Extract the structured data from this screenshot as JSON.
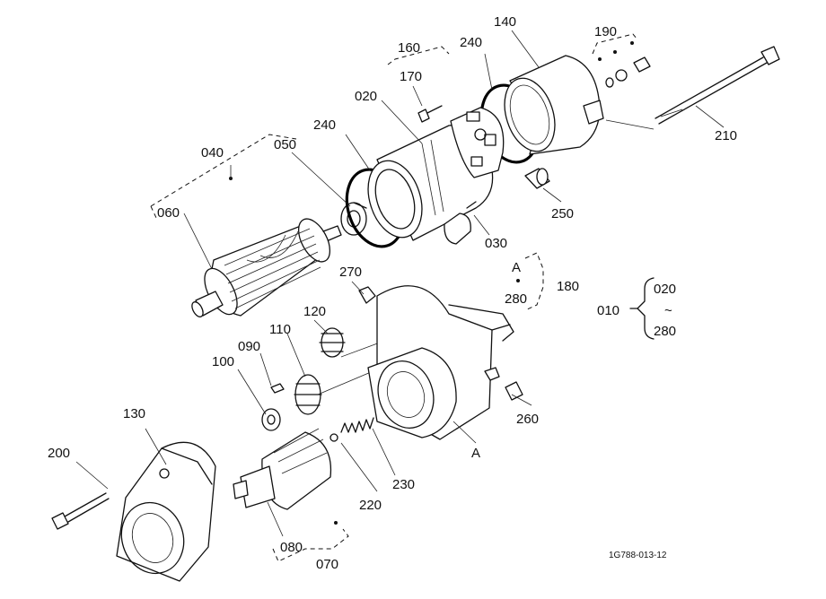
{
  "labels": {
    "p010": "010",
    "p020": "020",
    "p030": "030",
    "p040": "040",
    "p050": "050",
    "p060": "060",
    "p070": "070",
    "p080": "080",
    "p090": "090",
    "p100": "100",
    "p110": "110",
    "p120": "120",
    "p130": "130",
    "p140": "140",
    "p160": "160",
    "p170": "170",
    "p180": "180",
    "p190": "190",
    "p200": "200",
    "p210": "210",
    "p220": "220",
    "p230": "230",
    "p240a": "240",
    "p240b": "240",
    "p250": "250",
    "p260": "260",
    "p270": "270",
    "p280": "280",
    "range_from": "020",
    "range_sep": "~",
    "range_to": "280",
    "marker_a_top": "A",
    "marker_a_bottom": "A"
  },
  "reference_code": "1G788-013-12"
}
